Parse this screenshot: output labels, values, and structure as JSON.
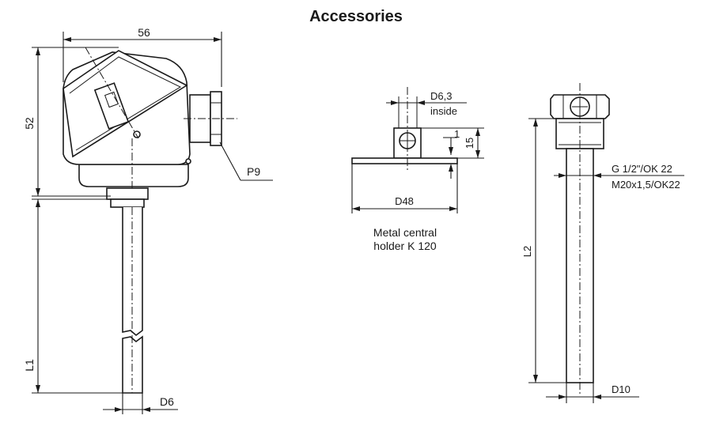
{
  "title": "Accessories",
  "sensor": {
    "dim_width": "56",
    "dim_height": "52",
    "connector": "P9",
    "length": "L1",
    "diameter": "D6"
  },
  "holder": {
    "bore_line1": "D6,3",
    "bore_line2": "inside",
    "step": "1",
    "height": "15",
    "flange": "D48",
    "caption_line1": "Metal central",
    "caption_line2": "holder K 120"
  },
  "fitting": {
    "thread_line1": "G 1/2\"/OK 22",
    "thread_line2": "M20x1,5/OK22",
    "length": "L2",
    "diameter": "D10"
  }
}
